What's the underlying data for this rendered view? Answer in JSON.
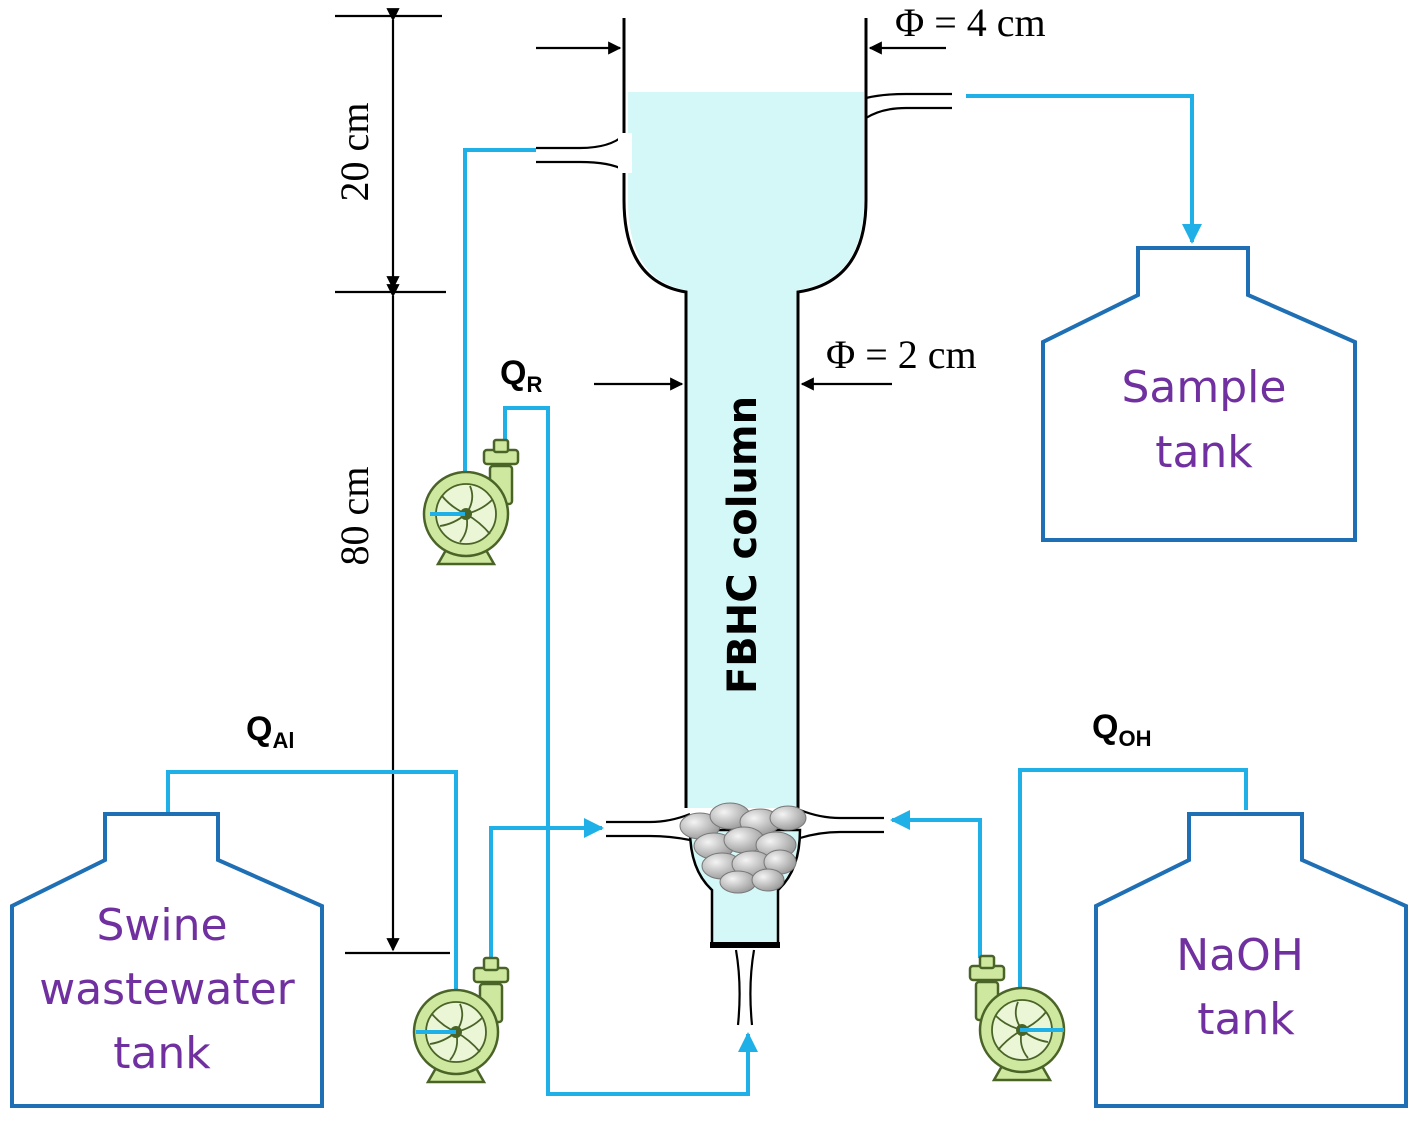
{
  "column_label": "FBHC column",
  "dimensions": {
    "top_diameter": "Φ = 4 cm",
    "column_diameter": "Φ = 2 cm",
    "top_height": "20 cm",
    "column_height": "80 cm"
  },
  "flows": {
    "recycle": {
      "main": "Q",
      "sub": "R"
    },
    "aluminum": {
      "main": "Q",
      "sub": "Al"
    },
    "hydroxide": {
      "main": "Q",
      "sub": "OH"
    }
  },
  "tanks": {
    "sample": [
      "Sample",
      "tank"
    ],
    "swine": [
      "Swine",
      "wastewater",
      "tank"
    ],
    "naoh": [
      "NaOH",
      "tank"
    ]
  },
  "colors": {
    "pipe": "#1fb0e8",
    "tank_outline": "#1f6fb5",
    "tank_text": "#7030a0",
    "column_fill": "#d4f7f7",
    "pump_body": "#cfe8a0"
  }
}
